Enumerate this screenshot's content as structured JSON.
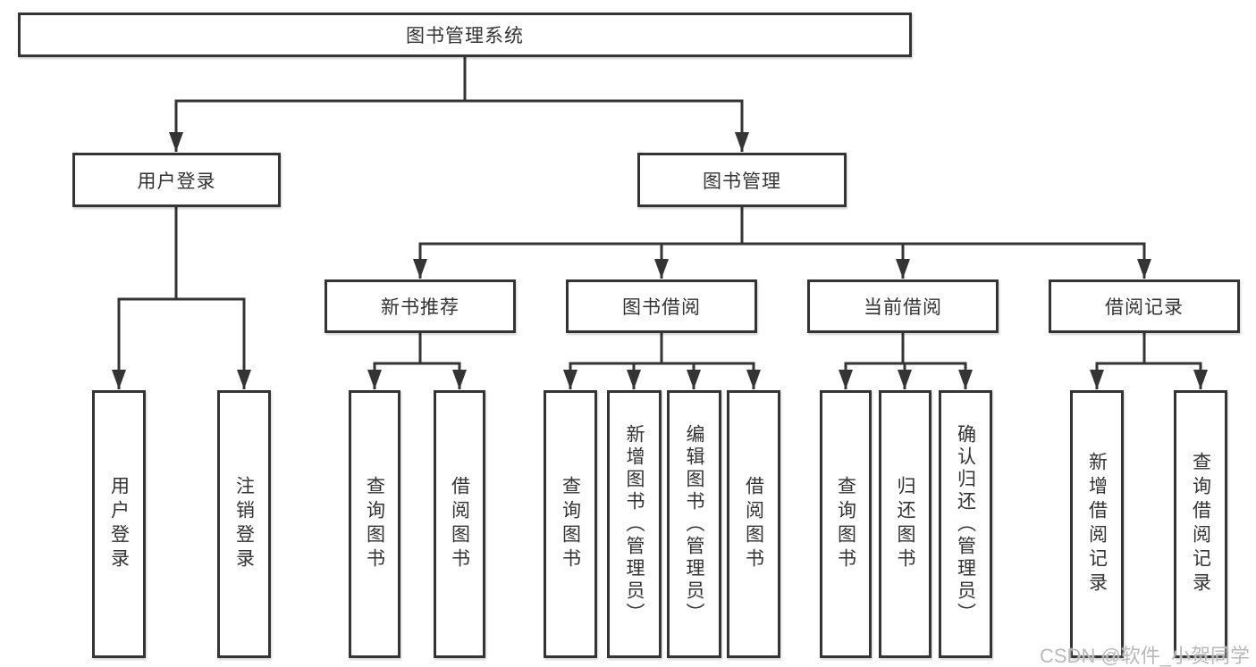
{
  "diagram": {
    "root": {
      "label": "图书管理系统"
    },
    "user": {
      "label": "用户登录",
      "children": [
        {
          "label": "用户登录"
        },
        {
          "label": "注销登录"
        }
      ]
    },
    "books": {
      "label": "图书管理",
      "sections": [
        {
          "label": "新书推荐",
          "children": [
            {
              "label": "查询图书"
            },
            {
              "label": "借阅图书"
            }
          ]
        },
        {
          "label": "图书借阅",
          "children": [
            {
              "label": "查询图书"
            },
            {
              "label": "新增图书（管理员）"
            },
            {
              "label": "编辑图书（管理员）"
            },
            {
              "label": "借阅图书"
            }
          ]
        },
        {
          "label": "当前借阅",
          "children": [
            {
              "label": "查询图书"
            },
            {
              "label": "归还图书"
            },
            {
              "label": "确认归还（管理员）"
            }
          ]
        },
        {
          "label": "借阅记录",
          "children": [
            {
              "label": "新增借阅记录"
            },
            {
              "label": "查询借阅记录"
            }
          ]
        }
      ]
    }
  },
  "watermark": {
    "text": "CSDN @软件_小贺同学"
  },
  "colors": {
    "line": "#343434",
    "box_border": "#343434",
    "text": "#333333",
    "watermark_text": "#b9b9b9",
    "background": "#ffffff"
  }
}
